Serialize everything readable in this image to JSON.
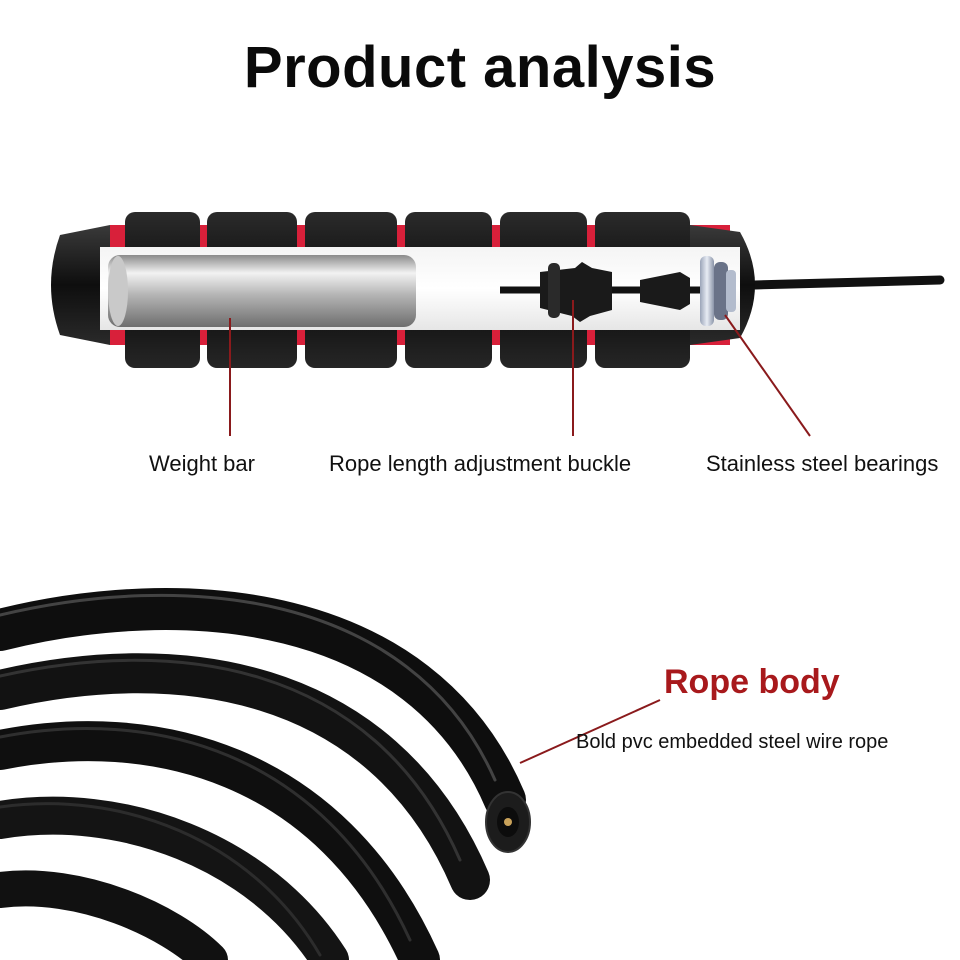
{
  "title": "Product analysis",
  "handle_labels": {
    "weight_bar": "Weight bar",
    "adjustment_buckle": "Rope length adjustment buckle",
    "bearings": "Stainless steel bearings"
  },
  "rope": {
    "heading": "Rope body",
    "description": "Bold pvc embedded steel wire rope"
  },
  "colors": {
    "accent_red": "#a8191c",
    "handle_black": "#151515",
    "foam_red": "#d8203a"
  }
}
